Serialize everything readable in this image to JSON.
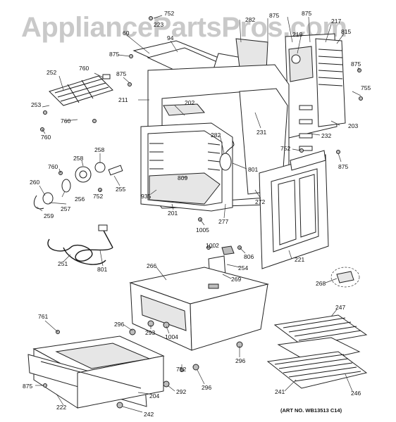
{
  "watermark": "AppliancePartsPros.com",
  "art_no": "(ART NO. WB13513 C14)",
  "part_labels": [
    "752",
    "875",
    "875",
    "282",
    "217",
    "219",
    "815",
    "60",
    "94",
    "875",
    "223",
    "875",
    "875",
    "755",
    "760",
    "252",
    "211",
    "202",
    "231",
    "203",
    "253",
    "760",
    "760",
    "232",
    "282",
    "752",
    "875",
    "760",
    "258",
    "258",
    "260",
    "256",
    "257",
    "255",
    "752",
    "801",
    "809",
    "935",
    "201",
    "272",
    "259",
    "1005",
    "277",
    "251",
    "801",
    "1002",
    "806",
    "221",
    "266",
    "254",
    "269",
    "268",
    "247",
    "761",
    "296",
    "293",
    "1004",
    "296",
    "752",
    "296",
    "875",
    "204",
    "222",
    "292",
    "242",
    "241",
    "246"
  ]
}
